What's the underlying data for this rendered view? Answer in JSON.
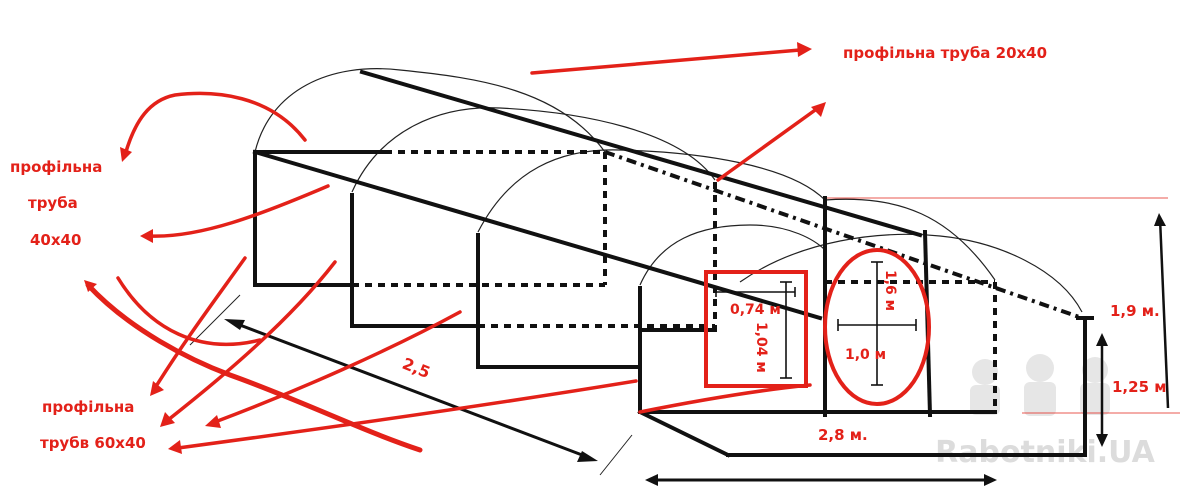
{
  "labels": {
    "pipe_top": "профільна труба 20х40",
    "pipe_left_1": "профільна",
    "pipe_left_2": "труба",
    "pipe_left_3": "40х40",
    "pipe_bottom_1": "профільна",
    "pipe_bottom_2": "трубв 60х40",
    "length": "2,5",
    "width": "2,8 м.",
    "height_total": "1,9 м.",
    "height_wall": "1,25 м",
    "vent_width": "0,74 м",
    "vent_height": "1,04 м",
    "door_height": "1,6 м",
    "door_width": "1,0 м"
  },
  "watermark": "Rabotniki.UA",
  "colors": {
    "accent": "#e32119",
    "frame": "#111111"
  }
}
